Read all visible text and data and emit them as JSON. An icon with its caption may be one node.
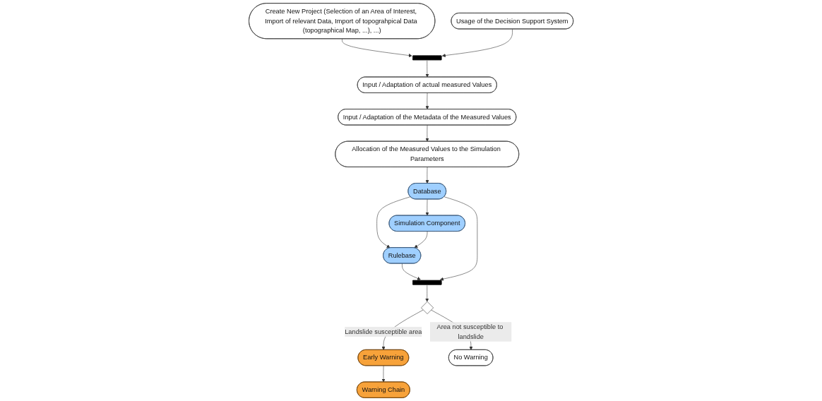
{
  "diagram": {
    "nodes": [
      {
        "text": [
          "Create New Project (Selection of an Area of Interest, Import of relevant Data, Import of topograhpical Data (topographical Map, ...), ...)"
        ]
      },
      {
        "text": [
          "Usage of the Decision Support System"
        ]
      },
      {
        "text": [],
        "shape": "bar"
      },
      {
        "text": [
          "Input / Adaptation of actual measured Values"
        ]
      },
      {
        "text": [
          "Input / Adaptation of the Metadata of the Measured Values"
        ]
      },
      {
        "text": [
          "Allocation of the Measured Values to the Simulation Parameters"
        ]
      },
      {
        "text": [
          "Rulebase"
        ]
      },
      {
        "text": [
          "Database"
        ]
      },
      {
        "text": [
          "Simulation Component"
        ]
      },
      {
        "text": [],
        "shape": "bar"
      },
      {
        "text": [],
        "shape": "diamond"
      },
      {
        "text": [
          "Early Warning"
        ]
      },
      {
        "text": [
          "Warning Chain"
        ]
      },
      {
        "text": [
          "No Warning"
        ]
      }
    ],
    "edges": [
      {
        "from": 0,
        "to": 2,
        "arrow": "to"
      },
      {
        "from": 1,
        "to": 2,
        "arrow": "to"
      },
      {
        "from": 2,
        "to": 3,
        "arrow": "to"
      },
      {
        "from": 3,
        "to": 4,
        "arrow": "to"
      },
      {
        "from": 4,
        "to": 5,
        "arrow": "to"
      },
      {
        "from": 5,
        "to": 7,
        "arrow": "to"
      },
      {
        "from": 7,
        "to": 6,
        "arrow": "to"
      },
      {
        "from": 7,
        "to": 8,
        "arrow": "to"
      },
      {
        "from": 8,
        "to": 6,
        "arrow": "to"
      },
      {
        "from": 6,
        "to": 9,
        "arrow": "to"
      },
      {
        "from": 7,
        "to": 9,
        "arrow": "to"
      },
      {
        "from": 9,
        "to": 10,
        "arrow": "to"
      },
      {
        "from": 10,
        "to": 11,
        "label": "Landslide susceptible area",
        "arrow": "to"
      },
      {
        "from": 10,
        "to": 13,
        "label": "Area not susceptible to landslide",
        "arrow": "to"
      },
      {
        "from": 11,
        "to": 12,
        "arrow": "to"
      }
    ]
  }
}
